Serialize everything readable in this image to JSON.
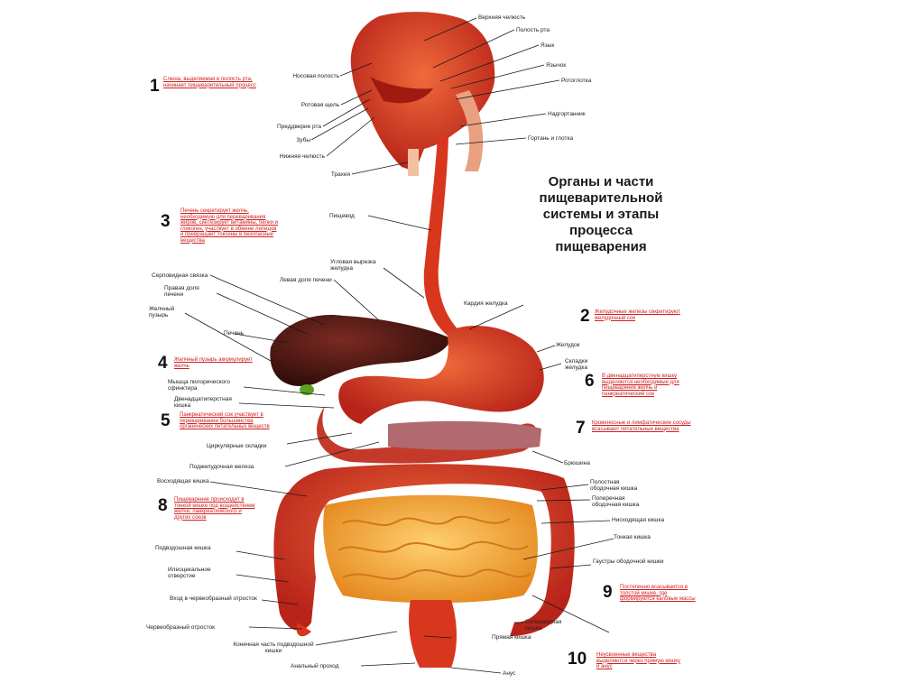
{
  "title": [
    "Органы и части",
    "пищеварительной",
    "системы и этапы",
    "процесса",
    "пищеварения"
  ],
  "labels": {
    "upper_jaw": "Верхняя челюсть",
    "oral_cavity": "Полость рта",
    "tongue": "Язык",
    "uvula": "Язычок",
    "oropharynx": "Ротоглотка",
    "epiglottis": "Надгортанник",
    "larynx": "Гортань и глотка",
    "nasal_cavity": "Носовая полость",
    "mouth_slit": "Ротовая щель",
    "vestibule": "Преддверие рта",
    "teeth": "Зубы",
    "lower_jaw": "Нижняя челюсть",
    "trachea": "Трахея",
    "esophagus": "Пищевод",
    "angular_notch": "Угловая вырезка желудка",
    "falciform": "Серповидная связка",
    "left_lobe": "Левая доля печени",
    "right_lobe": "Правая доля печени",
    "gallbladder": "Желчный пузырь",
    "liver": "Печень",
    "cardia": "Кардия желудка",
    "stomach": "Желудок",
    "folds": "Складки желудка",
    "sphincter": "Мышца пилорического сфинктера",
    "duodenum": "Двенадцатиперстная кишка",
    "circular_folds": "Циркулярные складки",
    "pancreas": "Поджелудочная железа",
    "mesentery": "Брюшина",
    "ascending": "Восходящая кишка",
    "hollow_colon": "Полостная ободочная кишка",
    "transverse": "Поперечная ободочная кишка",
    "descending": "Нисходящая кишка",
    "small_intestine": "Тонкая кишка",
    "ileum": "Подвздошная кишка",
    "ileocecal": "Илеоцекальное отверстие",
    "haustra": "Гаустры ободочной кишки",
    "appendix_entry": "Вход в червеобразный отросток",
    "appendix": "Червеобразный отросток",
    "sigmoid": "Сигмовидная кишка",
    "rectum_end": "Конечная часть подвздошной кишки",
    "rectum": "Прямая кишка",
    "anal_canal": "Анальный проход",
    "anus": "Анус"
  },
  "steps": {
    "n1": "1",
    "n2": "2",
    "n3": "3",
    "n4": "4",
    "n5": "5",
    "n6": "6",
    "n7": "7",
    "n8": "8",
    "n9": "9",
    "n10": "10",
    "t1": "Слюна, выделяемая в полость рта, начинает пищеварительный процесс",
    "t2": "Желудочные железы секретируют желудочный сок",
    "t3": "Печень секретирует желчь, необходимую для переваривания жиров, синтезирует витамины, белки и гликоген, участвует в обмене липидов и превращает токсины в безопасные вещества",
    "t4": "Желчный пузырь аккумулирует желчь",
    "t5": "Панкреатический сок участвует в переваривании большинства органических питательных веществ",
    "t6": "В двенадцатиперстную кишку выделяются необходимые для пищеварения желчь и панкреатический сок",
    "t7": "Кровеносные и лимфатические сосуды всасывают питательные вещества",
    "t8": "Пищеварение происходит в тонкой кишке под воздействием желчи, панкреатического и других соков",
    "t9": "Постепенно всасывается в толстой кишке, где формируются каловые массы",
    "t10": "Неусвоенные вещества выделяются через прямую кишку и анус"
  },
  "colors": {
    "organ_red": "#d9361e",
    "liver": "#4a1410",
    "intestine": "#f0a030",
    "note": "#d02020"
  }
}
